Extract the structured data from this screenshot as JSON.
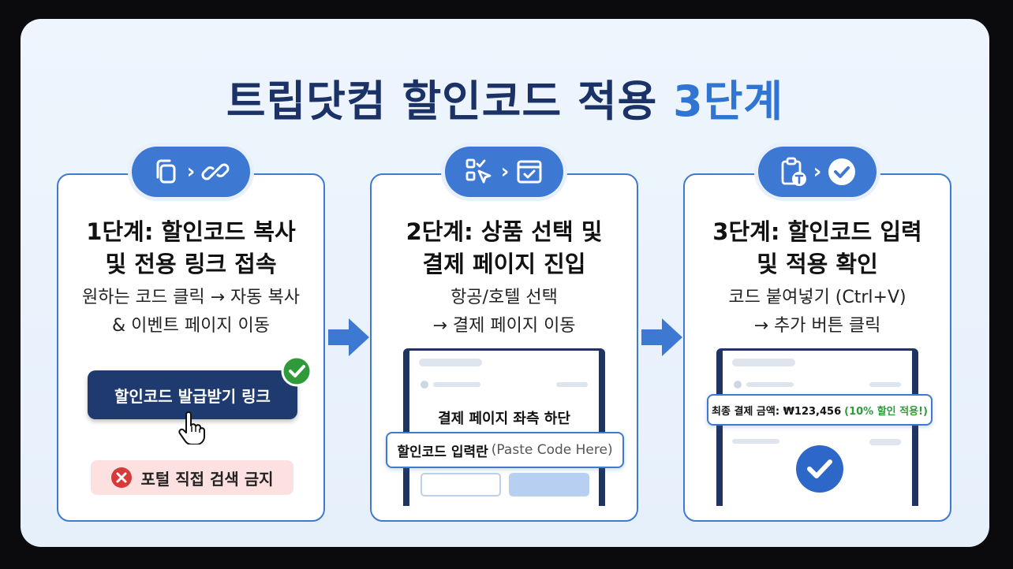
{
  "title": {
    "main": "트립닷컴 할인코드 적용",
    "accent": "3단계"
  },
  "steps": [
    {
      "title_line1": "1단계: 할인코드 복사",
      "title_line2": "및 전용 링크 접속",
      "desc_line1": "원하는 코드 클릭 → 자동 복사",
      "desc_line2": "& 이벤트 페이지 이동",
      "icons": [
        "copy-icon",
        "link-icon"
      ],
      "button_label": "할인코드 발급받기 링크",
      "forbid_label": "포털 직접 검색 금지"
    },
    {
      "title_line1": "2단계: 상품 선택 및",
      "title_line2": "결제 페이지 진입",
      "desc_line1": "항공/호텔 선택",
      "desc_line2": "→ 결제 페이지 이동",
      "icons": [
        "select-list-icon",
        "checkout-icon"
      ],
      "page_label": "결제 페이지 좌측 하단",
      "input_label": "할인코드 입력란",
      "input_placeholder": "(Paste Code Here)"
    },
    {
      "title_line1": "3단계: 할인코드 입력",
      "title_line2": "및 적용 확인",
      "desc_line1": "코드 붙여넣기 (Ctrl+V)",
      "desc_line2": "→ 추가 버튼 클릭",
      "icons": [
        "clipboard-icon",
        "check-circle-icon"
      ],
      "final_label": "최종 결제 금액: ₩123,456",
      "final_applied": "(10% 할인 적용!)"
    }
  ],
  "colors": {
    "navy": "#1b3266",
    "accent": "#2f75d1",
    "card_border": "#3f79d0",
    "success": "#2e9a3a",
    "danger": "#d83a3a"
  }
}
